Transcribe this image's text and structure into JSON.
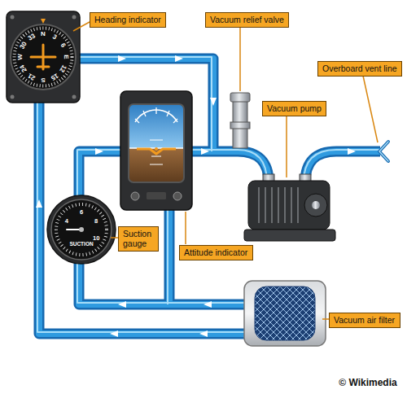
{
  "diagram": {
    "nodes": [
      {
        "text": [
          "Heading indicator"
        ]
      },
      {
        "text": [
          "Vacuum relief valve"
        ]
      },
      {
        "text": [
          "Overboard vent line"
        ]
      },
      {
        "text": [
          "Vacuum pump"
        ]
      },
      {
        "text": [
          "Attitude indicator"
        ]
      },
      {
        "text": [
          "Suction gauge"
        ]
      },
      {
        "text": [
          "Vacuum air filter"
        ]
      }
    ],
    "labels": [
      "N",
      "3",
      "6",
      "E",
      "12",
      "15",
      "S",
      "21",
      "24",
      "W",
      "30",
      "33",
      "SUCTION",
      "4",
      "6",
      "8",
      "10",
      "© Wikimedia"
    ]
  }
}
